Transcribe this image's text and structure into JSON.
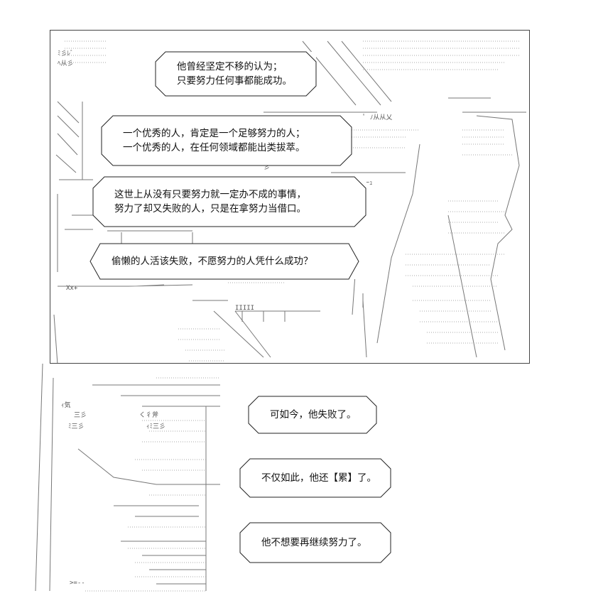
{
  "panel_bubbles": [
    {
      "lines": [
        "他曾经坚定不移的认为；",
        "只要努力任何事都能成功。"
      ]
    },
    {
      "lines": [
        "一个优秀的人，肯定是一个足够努力的人；",
        "一个优秀的人，在任何领域都能出类拔萃。"
      ]
    },
    {
      "lines": [
        "这世上从没有只要努力就一定办不成的事情，",
        "努力了却又失败的人，只是在拿努力当借口。"
      ]
    },
    {
      "lines": [
        "偷懒的人活该失败，不愿努力的人凭什么成功？"
      ]
    }
  ],
  "side_bubbles": [
    {
      "lines": [
        "可如今，他失败了。"
      ]
    },
    {
      "lines": [
        "不仅如此，他还【累】了。"
      ]
    },
    {
      "lines": [
        "他不想要再继续努力了。"
      ]
    }
  ],
  "ascii_fragments": {
    "top_left": "ﾐ彡ﾚﾞ",
    "top_left_2": "ﾍ从彡",
    "sign": "ﾄｰｭ",
    "hair": "ﾟ ﾉ从从乂",
    "mark": "彡",
    "glyph": "Xx+",
    "kanji": "IIIII",
    "face1": "ｨ気",
    "face2": "三彡",
    "face3": "ﾐ三彡",
    "face4": "く彳斧",
    "face5": "ｨﾐ三彡",
    "bottom": ">=--"
  },
  "colors": {
    "ink": "#111111",
    "line": "#555555",
    "paper": "#ffffff"
  }
}
